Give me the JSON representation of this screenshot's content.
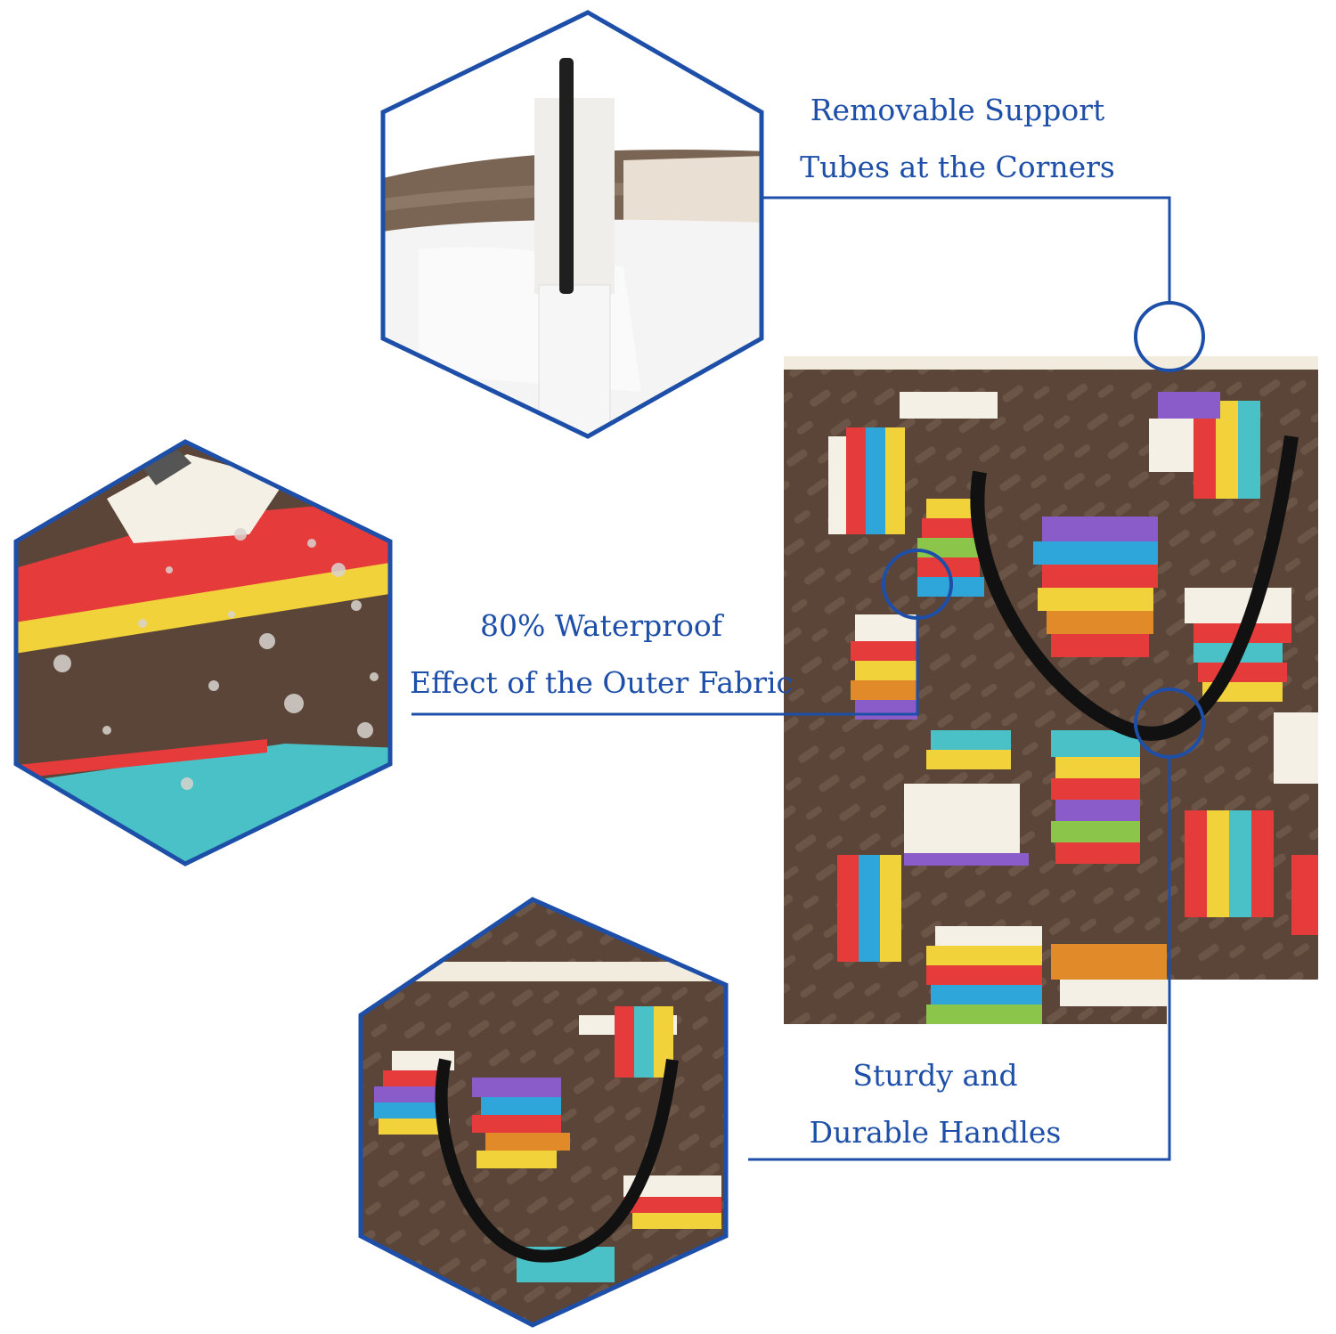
{
  "features": {
    "support_tubes": {
      "line1": "Removable Support",
      "line2": "Tubes at the Corners"
    },
    "waterproof": {
      "line1": "80% Waterproof",
      "line2": "Effect of the Outer Fabric"
    },
    "handles": {
      "line1": "Sturdy and",
      "line2": "Durable Handles"
    }
  },
  "colors": {
    "accent": "#1e4fa8",
    "fabric": "#5a4538",
    "handle": "#111111",
    "book_red": "#e63b3b",
    "book_yellow": "#f2d23a",
    "book_blue": "#2fa6d9",
    "book_purple": "#8a5cc9",
    "book_teal": "#49c1c6",
    "book_orange": "#e08a2a",
    "book_green": "#8bc64a"
  }
}
